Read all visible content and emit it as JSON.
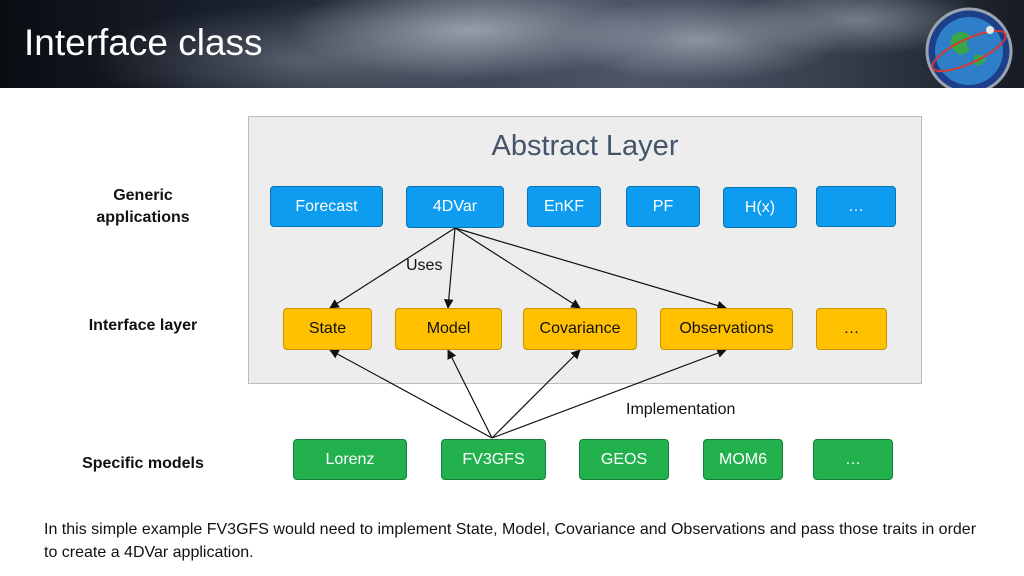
{
  "header": {
    "title": "Interface class",
    "logo": "jcsda-globe-logo"
  },
  "abstract_layer": {
    "title": "Abstract Layer"
  },
  "row_labels": {
    "generic": "Generic applications",
    "interface": "Interface layer",
    "specific": "Specific models"
  },
  "generic_apps": [
    "Forecast",
    "4DVar",
    "EnKF",
    "PF",
    "H(x)",
    "…"
  ],
  "interfaces": [
    "State",
    "Model",
    "Covariance",
    "Observations",
    "…"
  ],
  "models": [
    "Lorenz",
    "FV3GFS",
    "GEOS",
    "MOM6",
    "…"
  ],
  "edge_labels": {
    "uses": "Uses",
    "implementation": "Implementation"
  },
  "footnote": "In this simple example FV3GFS would need to implement State, Model, Covariance and Observations and pass those traits in order to create a 4DVar application.",
  "colors": {
    "app": "#0d9cf0",
    "interface": "#ffc000",
    "model": "#22b14c",
    "abstract_title": "#44546a"
  }
}
